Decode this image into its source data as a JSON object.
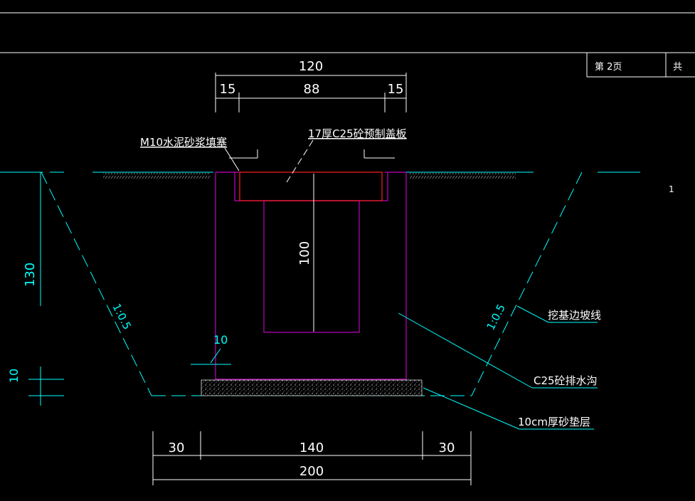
{
  "title_block": {
    "page_label": "第   2页",
    "total_label": "共"
  },
  "side_number": "1",
  "dimensions": {
    "cover_width": "120",
    "cover_left": "15",
    "cover_middle": "88",
    "cover_right": "15",
    "inner_depth": "100",
    "trench_depth": "130",
    "wall_thickness": "10",
    "bedding_thickness": "10",
    "bottom_left": "30",
    "bottom_middle": "140",
    "bottom_right": "30",
    "bottom_total": "200",
    "slope_left": "1:0.5",
    "slope_right": "1:0.5"
  },
  "labels": {
    "mortar": "M10水泥砂浆填塞",
    "cover_slab": "17厚C25砼预制盖板",
    "excavation_line": "挖基边坡线",
    "drain": "C25砼排水沟",
    "sand_bedding": "10cm厚砂垫层"
  },
  "colors": {
    "background": "#000000",
    "dimension": "#ffffff",
    "centerline": "#00ffff",
    "structure": "#c000c0",
    "cover": "#ff2020"
  }
}
